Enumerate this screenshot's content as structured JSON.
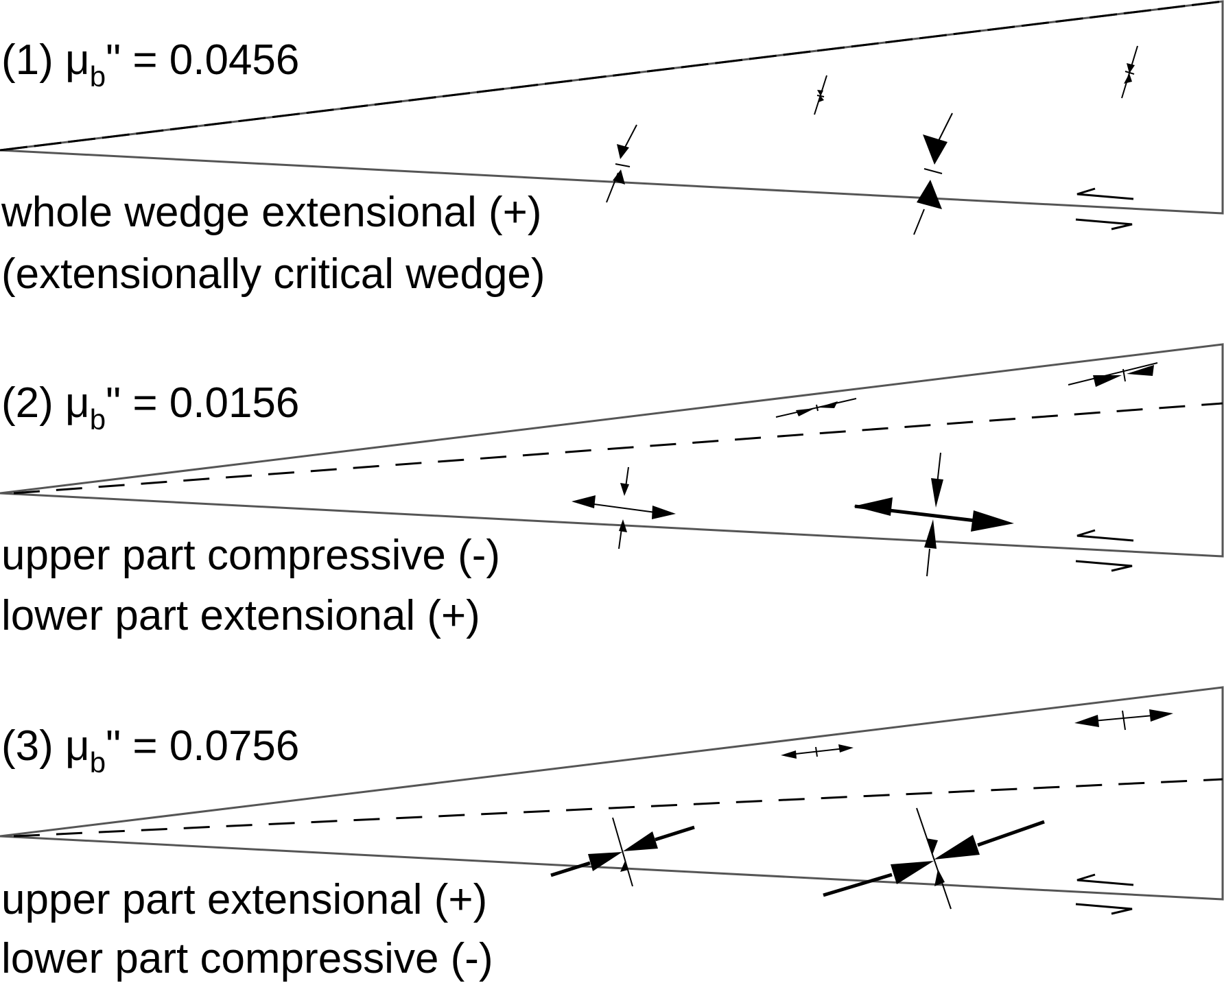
{
  "colors": {
    "outline": "#555555",
    "ink": "#000000",
    "background": "#ffffff"
  },
  "panels": [
    {
      "id": "1",
      "prefix": "(1) ",
      "mu_symbol": "μ",
      "mu_subscript": "b",
      "mu_suffix": "\" = 0.0456",
      "desc_lines": [
        "whole wedge extensional (+)",
        "(extensionally critical wedge)"
      ],
      "has_dashed_line": false,
      "stress_marks": [
        {
          "location": "basal-left",
          "compression_arrows": "small"
        },
        {
          "location": "basal-right",
          "compression_arrows": "large"
        },
        {
          "location": "upper-middle",
          "compression_arrows": "tiny"
        },
        {
          "location": "upper-right",
          "compression_arrows": "tiny"
        }
      ]
    },
    {
      "id": "2",
      "prefix": "(2) ",
      "mu_symbol": "μ",
      "mu_subscript": "b",
      "mu_suffix": "\" = 0.0156",
      "desc_lines": [
        "upper part compressive (-)",
        "lower part extensional (+)"
      ],
      "has_dashed_line": true,
      "stress_marks": [
        {
          "location": "basal-left",
          "type": "tension-with-compression"
        },
        {
          "location": "basal-right",
          "type": "tension-with-compression"
        },
        {
          "location": "upper-middle",
          "type": "compression"
        },
        {
          "location": "upper-right",
          "type": "compression"
        }
      ]
    },
    {
      "id": "3",
      "prefix": "(3) ",
      "mu_symbol": "μ",
      "mu_subscript": "b",
      "mu_suffix": "\" = 0.0756",
      "desc_lines": [
        "upper part extensional (+)",
        "lower part compressive (-)"
      ],
      "has_dashed_line": true,
      "stress_marks": [
        {
          "location": "basal-left",
          "type": "compression"
        },
        {
          "location": "basal-right",
          "type": "compression"
        },
        {
          "location": "upper-middle",
          "type": "tension"
        },
        {
          "location": "upper-right",
          "type": "tension"
        }
      ]
    }
  ]
}
